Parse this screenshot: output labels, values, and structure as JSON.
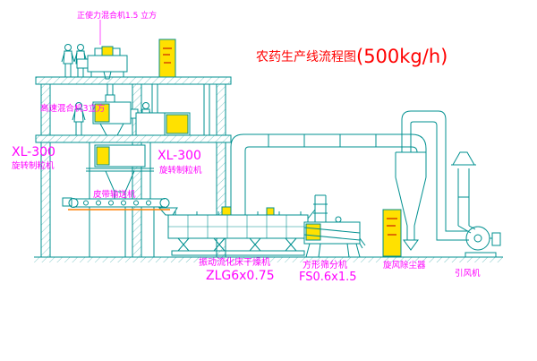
{
  "title": {
    "name": "农药生产线流程图",
    "capacity": "(500kg/h)"
  },
  "labels": {
    "force_mixer": "正使力混合机1.5 立方",
    "high_speed_mixer": "高速混合机3立方",
    "granulator_left_model": "XL-300",
    "granulator_left_name": "旋转制粒机",
    "granulator_mid_model": "XL-300",
    "granulator_mid_name": "旋转制粒机",
    "belt_conveyor": "皮带输送机",
    "dryer_name": "振动流化床干燥机",
    "dryer_model": "ZLG6x0.75",
    "sieve_name": "方形筛分机",
    "sieve_model": "FS0.6x1.5",
    "cyclone": "旋风除尘器",
    "fan": "引风机"
  },
  "colors": {
    "line": "#009090",
    "equipment_fill": "#FFE100",
    "label": "#FF00FF",
    "title": "#FF0000",
    "belt_accent": "#FF7F00",
    "cabinet_text": "#CC2200"
  }
}
